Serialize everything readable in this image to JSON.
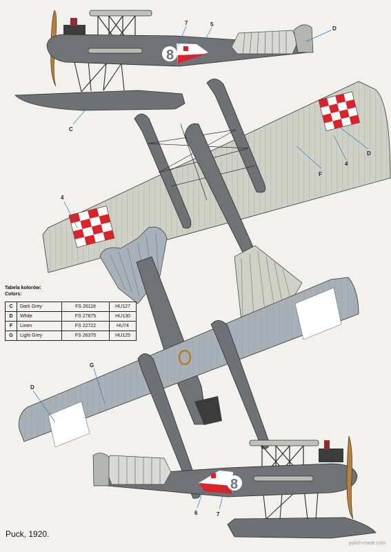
{
  "legend": {
    "title_pl": "Tabela kolorów:",
    "title_en": "Colors:",
    "rows": [
      {
        "code": "C",
        "name": "Dark Grey",
        "fs": "FS 26118",
        "hu": "HU127"
      },
      {
        "code": "D",
        "name": "White",
        "fs": "FS 27875",
        "hu": "HU130"
      },
      {
        "code": "F",
        "name": "Linen",
        "fs": "FS 22722",
        "hu": "HU74"
      },
      {
        "code": "G",
        "name": "Light Grey",
        "fs": "FS 26375",
        "hu": "HU125"
      }
    ]
  },
  "caption": "Puck, 1920.",
  "credit": "polish-made.com",
  "aircraft_number": "8",
  "callouts": {
    "c7_top": "7",
    "c5_top": "5",
    "cD_top": "D",
    "cC_top": "C",
    "cD_right": "D",
    "c4_right": "4",
    "cF": "F",
    "c4_left": "4",
    "cG": "G",
    "cD_bottom": "D",
    "c6_bottom": "6",
    "c7_bottom": "7"
  },
  "colors": {
    "dark_grey": "#6b6e72",
    "white": "#ffffff",
    "linen": "#cfd0c6",
    "light_grey": "#a9b1b8",
    "red": "#d8232a",
    "callout_line": "#2a7db3"
  }
}
